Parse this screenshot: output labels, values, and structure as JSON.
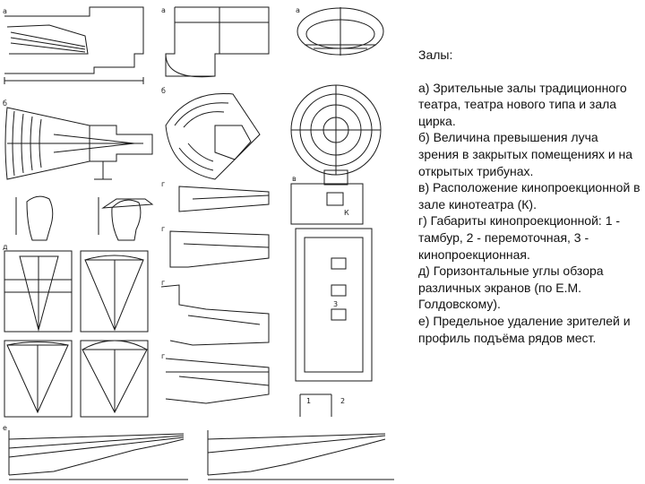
{
  "caption": {
    "title": "Залы:",
    "items": [
      "а) Зрительные залы традиционного театра, театра нового типа и зала цирка.",
      "б) Величина превышения луча зрения в закрытых помещениях и на открытых трибунах.",
      "в) Расположение кинопроекционной в зале кинотеатра (К).",
      "г) Габариты кинопроекционной: 1 - тамбур, 2 - перемоточная, 3 - кинопроекционная.",
      "д) Горизонтальные углы обзора различных экранов (по Е.М. Голдовскому).",
      "е) Предельное удаление зрителей и профиль подъёма рядов мест."
    ]
  },
  "figure_labels": {
    "a": "а",
    "b": "б",
    "v": "в",
    "g": "г",
    "d": "д",
    "e": "е",
    "k": "К",
    "room1": "1",
    "room2": "2",
    "room3": "3"
  },
  "colors": {
    "ink": "#1a1a1a",
    "paper": "#ffffff"
  }
}
